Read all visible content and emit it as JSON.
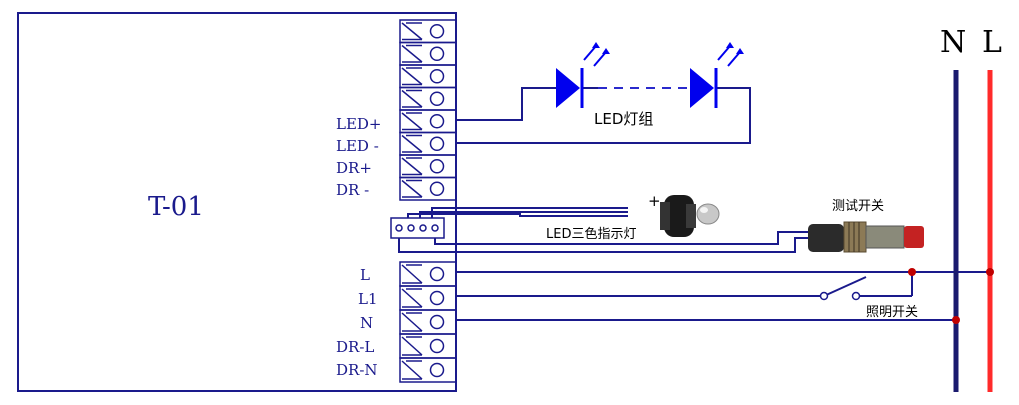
{
  "device": {
    "name": "T-01"
  },
  "terminals_top": [
    "LED+",
    "LED -",
    "DR+",
    "DR -"
  ],
  "terminals_bottom": [
    "L",
    "L1",
    "N",
    "DR-L",
    "DR-N"
  ],
  "bus": {
    "neutral": "N",
    "line": "L"
  },
  "labels": {
    "led_group": "LED灯组",
    "indicator": "LED三色指示灯",
    "test_switch": "测试开关",
    "light_switch": "照明开关",
    "plus": "+"
  },
  "colors": {
    "wire": "#1a1a8c",
    "neutral_bus": "#1a1a6e",
    "line_bus": "#ff2a2a",
    "led": "#0000ee",
    "junction": "#c00000"
  }
}
